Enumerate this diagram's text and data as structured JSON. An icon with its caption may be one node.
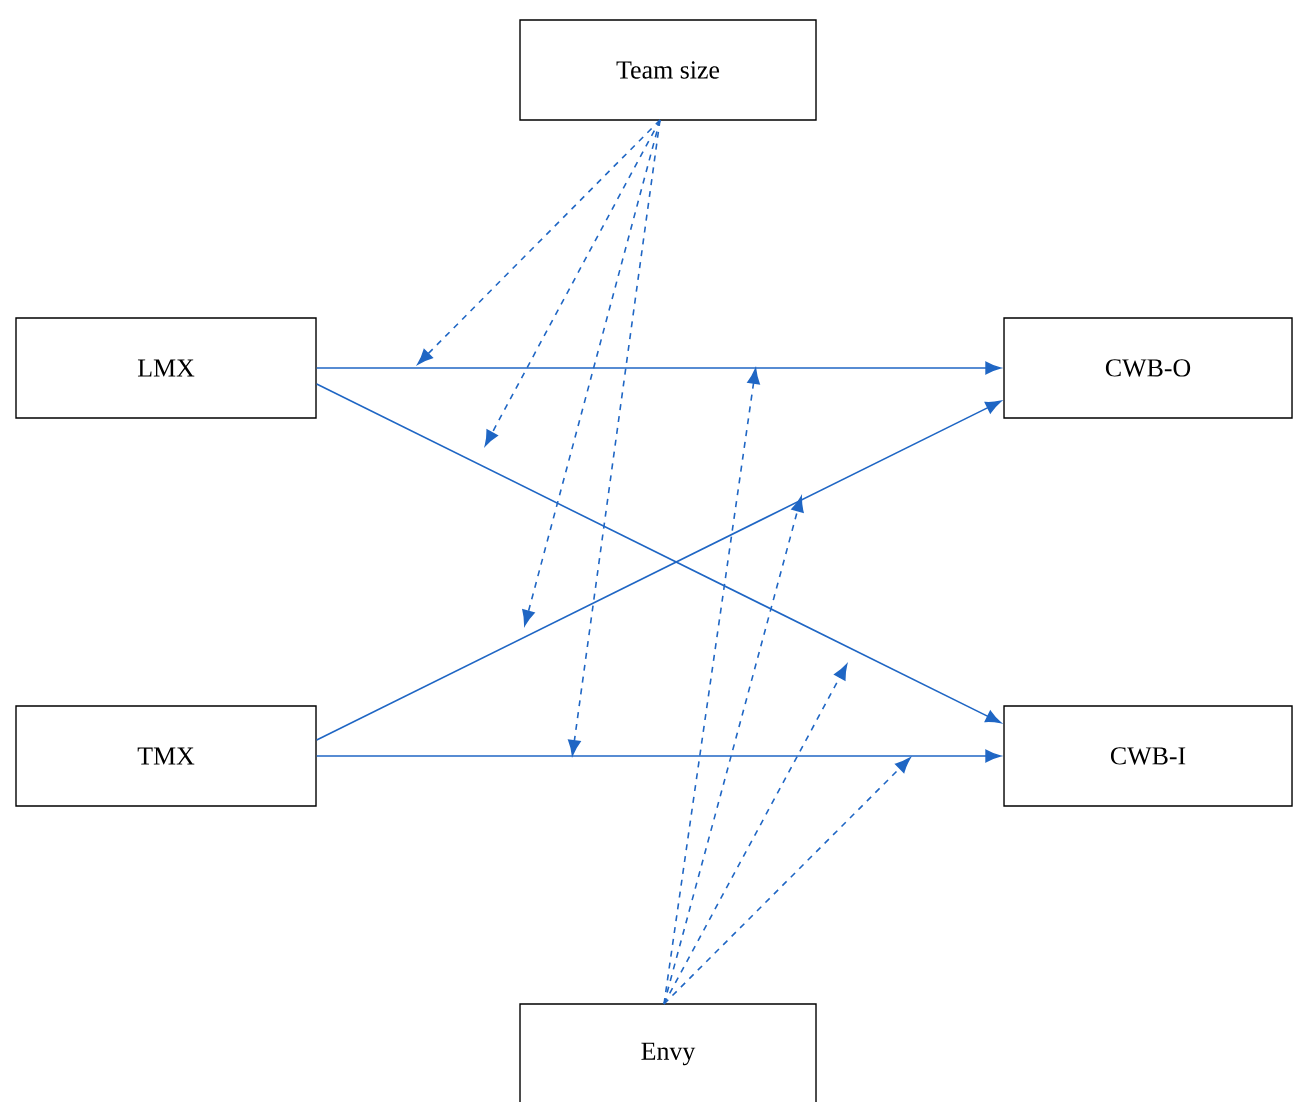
{
  "diagram": {
    "nodes": [
      {
        "text": [
          "Team size"
        ]
      },
      {
        "text": [
          "LMX"
        ]
      },
      {
        "text": [
          "CWB-O"
        ]
      },
      {
        "text": [
          "TMX"
        ]
      },
      {
        "text": [
          "CWB-I"
        ]
      },
      {
        "text": [
          "Envy"
        ]
      }
    ],
    "edges": [
      {
        "from": 1,
        "to": 2,
        "arrow": "to"
      },
      {
        "from": 1,
        "to": 4,
        "arrow": "to"
      },
      {
        "from": 3,
        "to": 2,
        "arrow": "to"
      },
      {
        "from": 3,
        "to": 4,
        "arrow": "to"
      },
      {
        "from": 0,
        "to": null,
        "arrow": "to",
        "style": "dashed"
      },
      {
        "from": 0,
        "to": null,
        "arrow": "to",
        "style": "dashed"
      },
      {
        "from": 0,
        "to": null,
        "arrow": "to",
        "style": "dashed"
      },
      {
        "from": 0,
        "to": null,
        "arrow": "to",
        "style": "dashed"
      },
      {
        "from": 5,
        "to": null,
        "arrow": "to",
        "style": "dashed"
      },
      {
        "from": 5,
        "to": null,
        "arrow": "to",
        "style": "dashed"
      },
      {
        "from": 5,
        "to": null,
        "arrow": "to",
        "style": "dashed"
      },
      {
        "from": 5,
        "to": null,
        "arrow": "to",
        "style": "dashed"
      }
    ]
  }
}
